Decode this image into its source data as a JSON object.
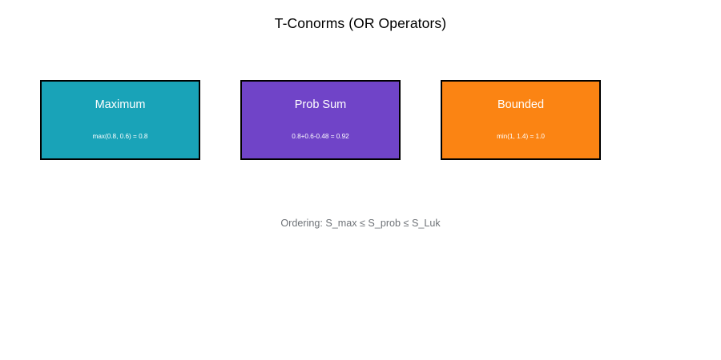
{
  "figure": {
    "title": "T-Conorms (OR Operators)",
    "footer": "Ordering: S_max ≤ S_prob ≤ S_Luk",
    "background": "#ffffff",
    "title_color": "#000000",
    "footer_color": "#6e7277",
    "border_color": "#000000",
    "label_color": "#ffffff"
  },
  "operators": [
    {
      "name": "Maximum",
      "formula": "max(0.8, 0.6) = 0.8",
      "color": "#19a3b8",
      "result": 0.8
    },
    {
      "name": "Prob Sum",
      "formula": "0.8+0.6-0.48 = 0.92",
      "color": "#7044c8",
      "result": 0.92
    },
    {
      "name": "Bounded",
      "formula": "min(1, 1.4) = 1.0",
      "color": "#fb8413",
      "result": 1.0
    }
  ],
  "chart_data": {
    "type": "table",
    "title": "T-Conorms (OR Operators)",
    "categories": [
      "Maximum",
      "Prob Sum",
      "Bounded"
    ],
    "values": [
      0.8,
      0.92,
      1.0
    ],
    "annotations": [
      "max(0.8, 0.6) = 0.8",
      "0.8+0.6-0.48 = 0.92",
      "min(1, 1.4) = 1.0",
      "Ordering: S_max ≤ S_prob ≤ S_Luk"
    ],
    "colors": [
      "#19a3b8",
      "#7044c8",
      "#fb8413"
    ],
    "xlabel": "",
    "ylabel": "",
    "legend": "none",
    "grid": false
  }
}
